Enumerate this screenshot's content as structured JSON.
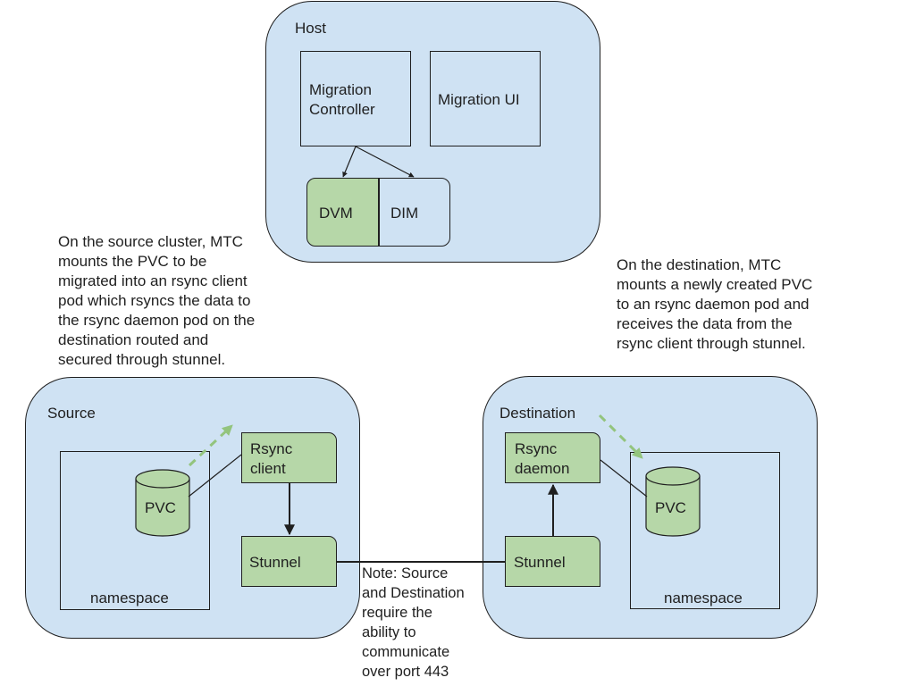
{
  "host": {
    "title": "Host",
    "migration_controller": "Migration\nController",
    "migration_ui": "Migration UI",
    "dvm": "DVM",
    "dim": "DIM"
  },
  "source": {
    "title": "Source",
    "namespace": "namespace",
    "pvc": "PVC",
    "rsync_client": "Rsync\nclient",
    "stunnel": "Stunnel",
    "description": "On the source cluster, MTC\nmounts the PVC to be\nmigrated into an rsync client\npod which rsyncs the data to\nthe rsync daemon pod on the\ndestination routed and\nsecured through stunnel."
  },
  "destination": {
    "title": "Destination",
    "namespace": "namespace",
    "pvc": "PVC",
    "rsync_daemon": "Rsync\ndaemon",
    "stunnel": "Stunnel",
    "description": "On the destination, MTC\nmounts a newly created PVC\nto an rsync daemon pod and\nreceives the data from the\nrsync client through stunnel."
  },
  "note": "Note: Source\nand Destination\nrequire the\nability to\ncommunicate\nover port 443",
  "colors": {
    "cluster_fill": "#cfe2f3",
    "pod_fill": "#b6d7a8",
    "data_flow_arrow": "#93c47d",
    "stroke": "#1f1f1f"
  }
}
